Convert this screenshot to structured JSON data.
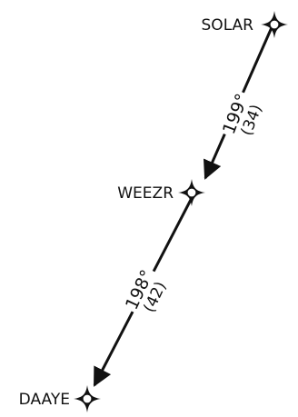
{
  "route": {
    "fixes": [
      {
        "id": "SOLAR",
        "label": "SOLAR",
        "symbol": "rnav-waypoint-icon"
      },
      {
        "id": "WEEZR",
        "label": "WEEZR",
        "symbol": "rnav-waypoint-icon"
      },
      {
        "id": "DAAYE",
        "label": "DAAYE",
        "symbol": "rnav-waypoint-icon"
      }
    ],
    "legs": [
      {
        "from": "SOLAR",
        "to": "WEEZR",
        "course": "199°",
        "distance": "(34)"
      },
      {
        "from": "WEEZR",
        "to": "DAAYE",
        "course": "198°",
        "distance": "(42)"
      }
    ]
  },
  "colors": {
    "ink": "#111111",
    "background": "#ffffff"
  }
}
